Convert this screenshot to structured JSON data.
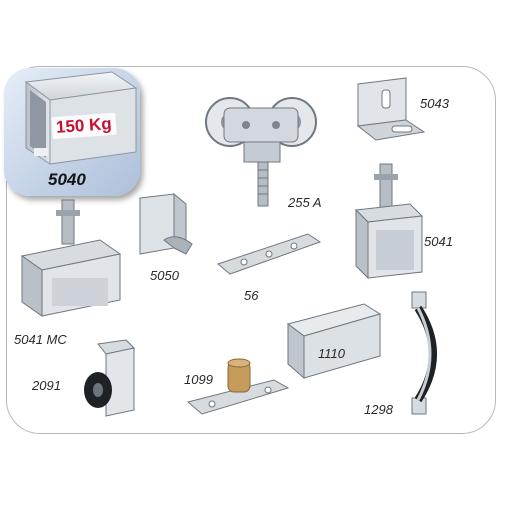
{
  "featured": {
    "weight": "150 Kg",
    "code": "5040"
  },
  "parts": [
    {
      "code": "255 A"
    },
    {
      "code": "5043"
    },
    {
      "code": "5050"
    },
    {
      "code": "56"
    },
    {
      "code": "5041"
    },
    {
      "code": "5041 MC"
    },
    {
      "code": "2091"
    },
    {
      "code": "1099"
    },
    {
      "code": "1110"
    },
    {
      "code": "1298"
    }
  ],
  "colors": {
    "accent": "#c8102e",
    "metal": "#c9ced4",
    "card_border": "#b8b8b8"
  }
}
